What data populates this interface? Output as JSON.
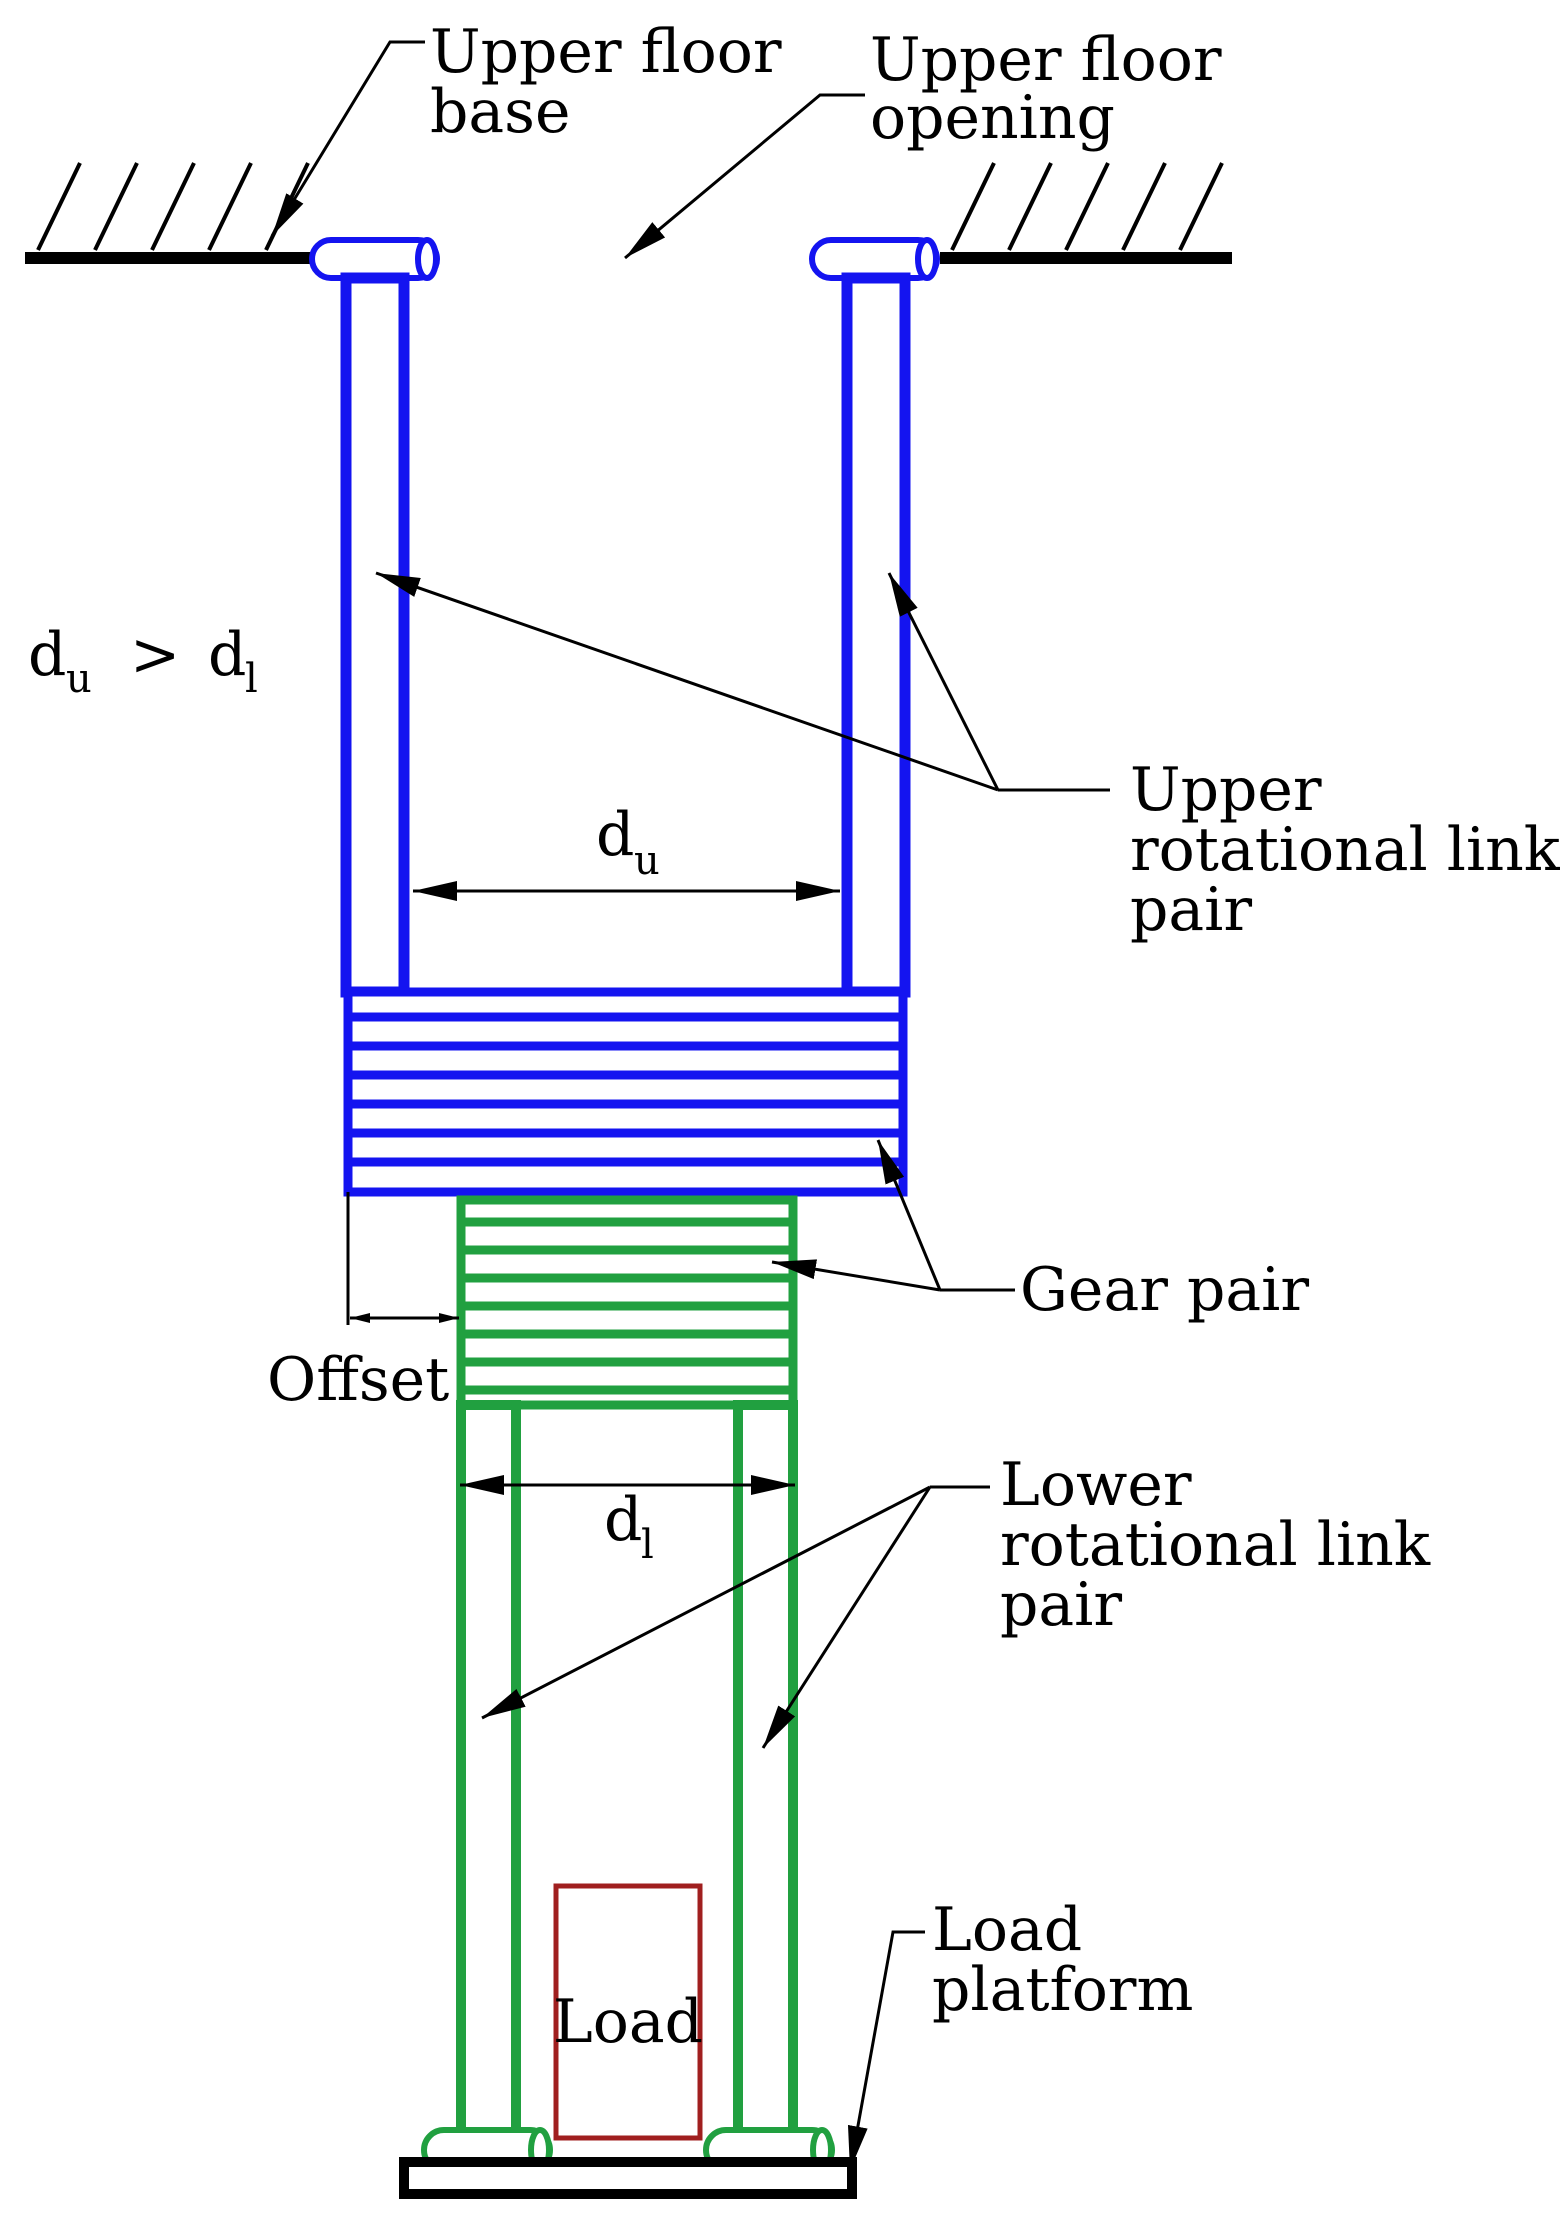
{
  "labels": {
    "upper_floor_base": [
      "Upper floor",
      "base"
    ],
    "upper_floor_opening": [
      "Upper floor",
      "opening"
    ],
    "upper_link_pair": [
      "Upper",
      "rotational link",
      "pair"
    ],
    "gear_pair": "Gear pair",
    "offset": "Offset",
    "lower_link_pair": [
      "Lower",
      "rotational link",
      "pair"
    ],
    "load_platform": [
      "Load",
      "platform"
    ],
    "load": "Load",
    "inequality": {
      "lhs": "d",
      "lhs_sub": "u",
      "op": ">",
      "rhs": "d",
      "rhs_sub": "l"
    },
    "du": {
      "base": "d",
      "sub": "u"
    },
    "dl": {
      "base": "d",
      "sub": "l"
    }
  },
  "colors": {
    "upper": "#1414f0",
    "lower": "#21a040",
    "load": "#a01f1f",
    "ink": "#000000"
  }
}
